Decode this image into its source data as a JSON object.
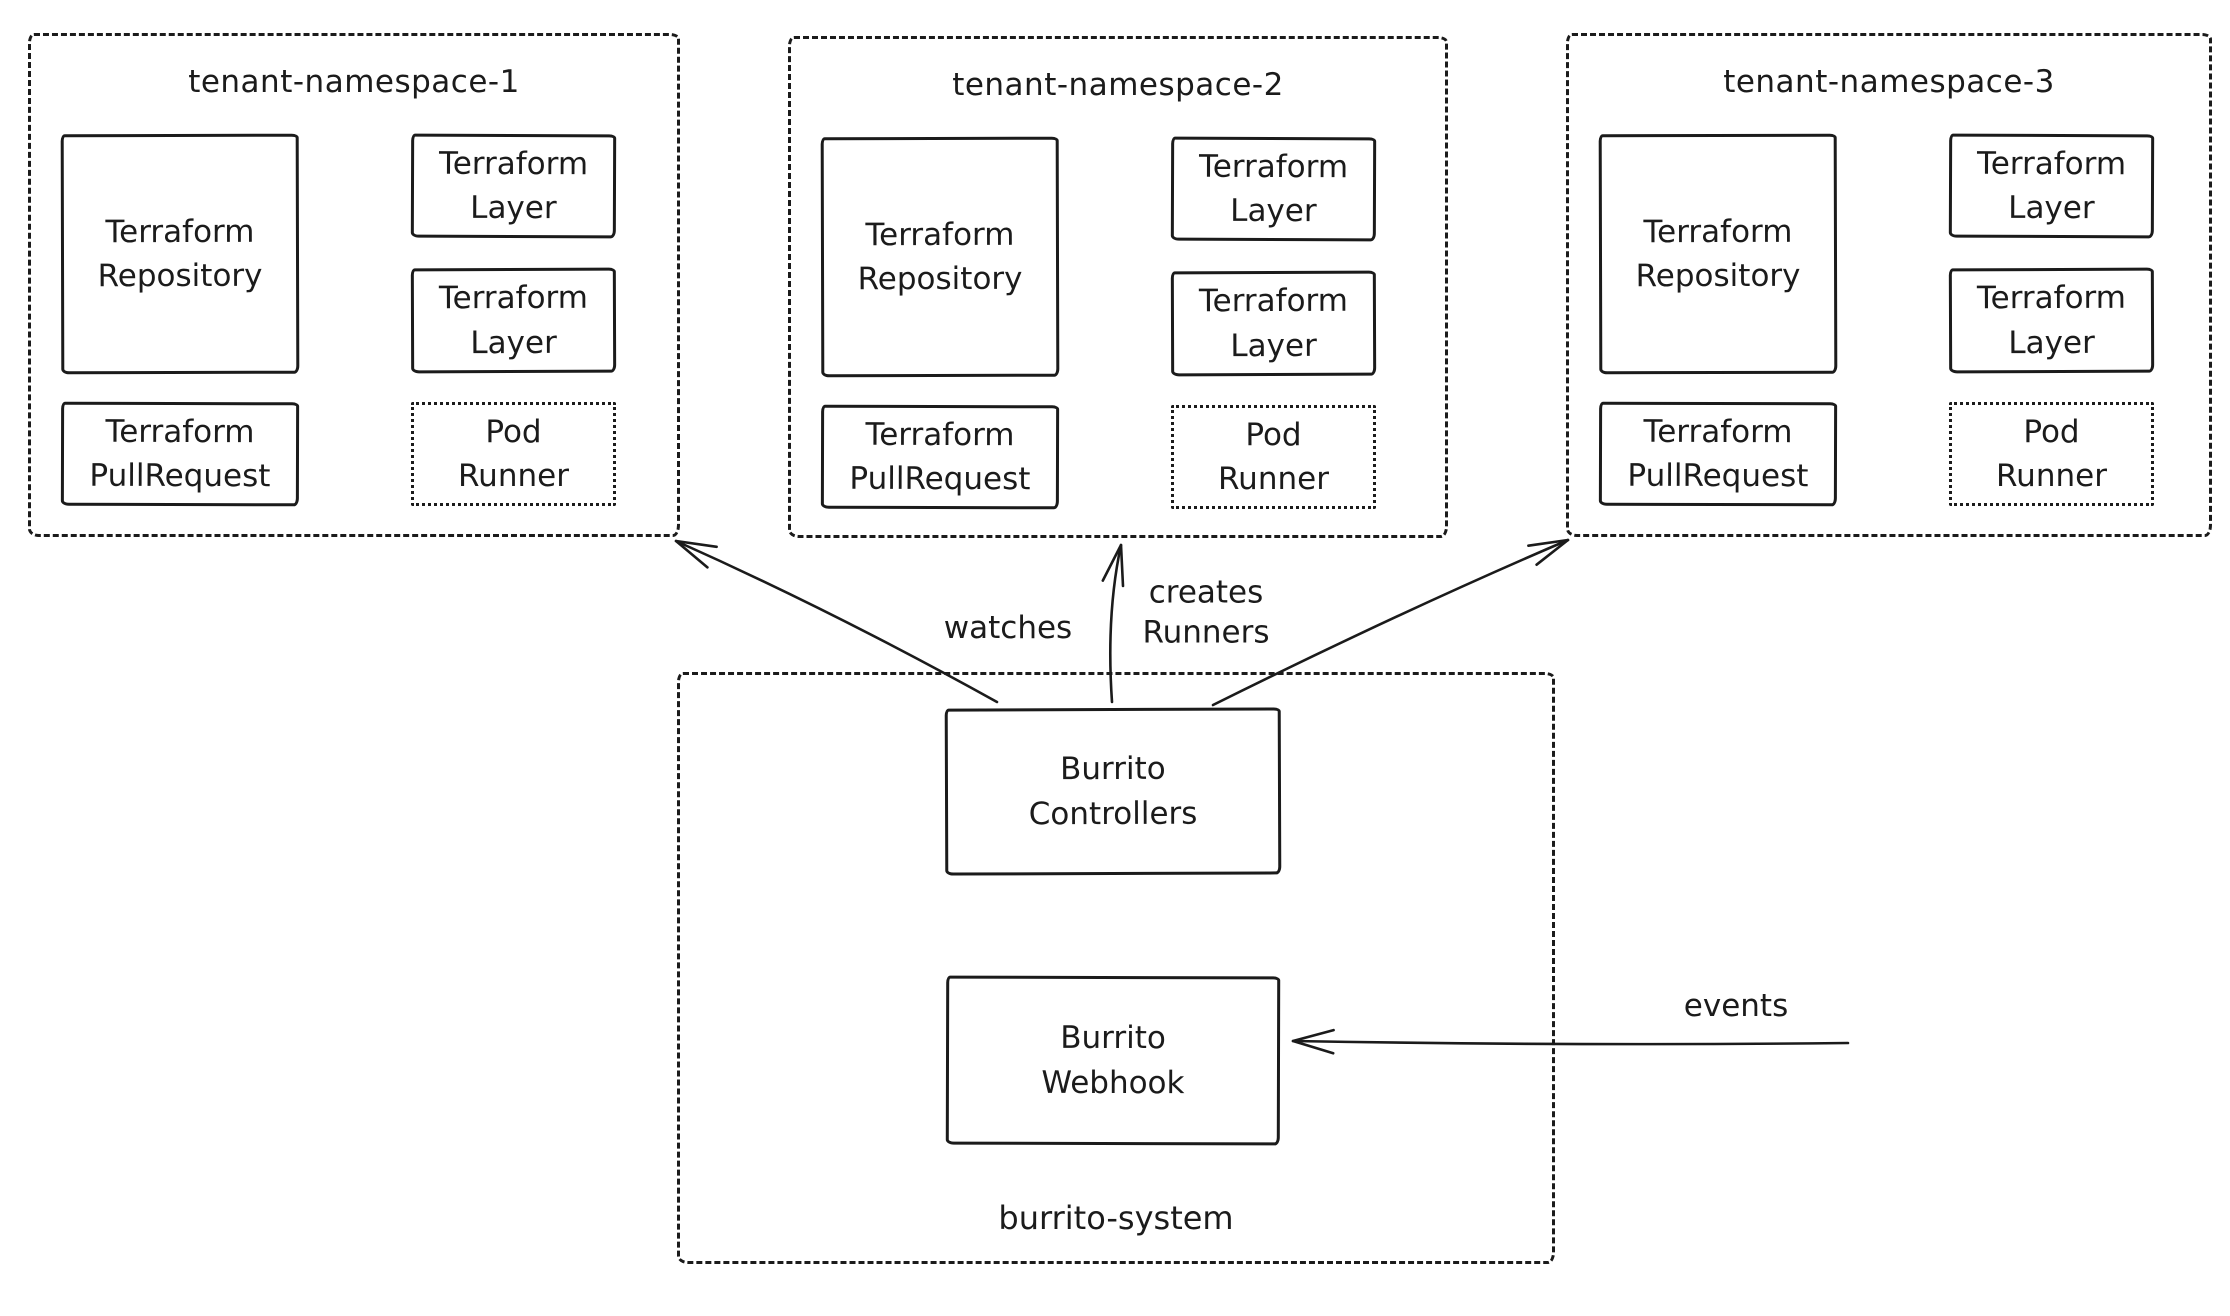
{
  "diagram": {
    "colors": {
      "background": "#ffffff",
      "stroke": "#1b1b1b"
    },
    "namespaces": [
      {
        "title": "tenant-namespace-1",
        "repository": "Terraform\nRepository",
        "layer_top": "Terraform\nLayer",
        "layer_bottom": "Terraform\nLayer",
        "pull_request": "Terraform\nPullRequest",
        "pod_runner": "Pod\nRunner"
      },
      {
        "title": "tenant-namespace-2",
        "repository": "Terraform\nRepository",
        "layer_top": "Terraform\nLayer",
        "layer_bottom": "Terraform\nLayer",
        "pull_request": "Terraform\nPullRequest",
        "pod_runner": "Pod\nRunner"
      },
      {
        "title": "tenant-namespace-3",
        "repository": "Terraform\nRepository",
        "layer_top": "Terraform\nLayer",
        "layer_bottom": "Terraform\nLayer",
        "pull_request": "Terraform\nPullRequest",
        "pod_runner": "Pod\nRunner"
      }
    ],
    "system": {
      "label": "burrito-system",
      "controllers": "Burrito\nControllers",
      "webhook": "Burrito\nWebhook"
    },
    "edges": {
      "watches": "watches",
      "creates_runners": "creates\nRunners",
      "events": "events"
    }
  }
}
